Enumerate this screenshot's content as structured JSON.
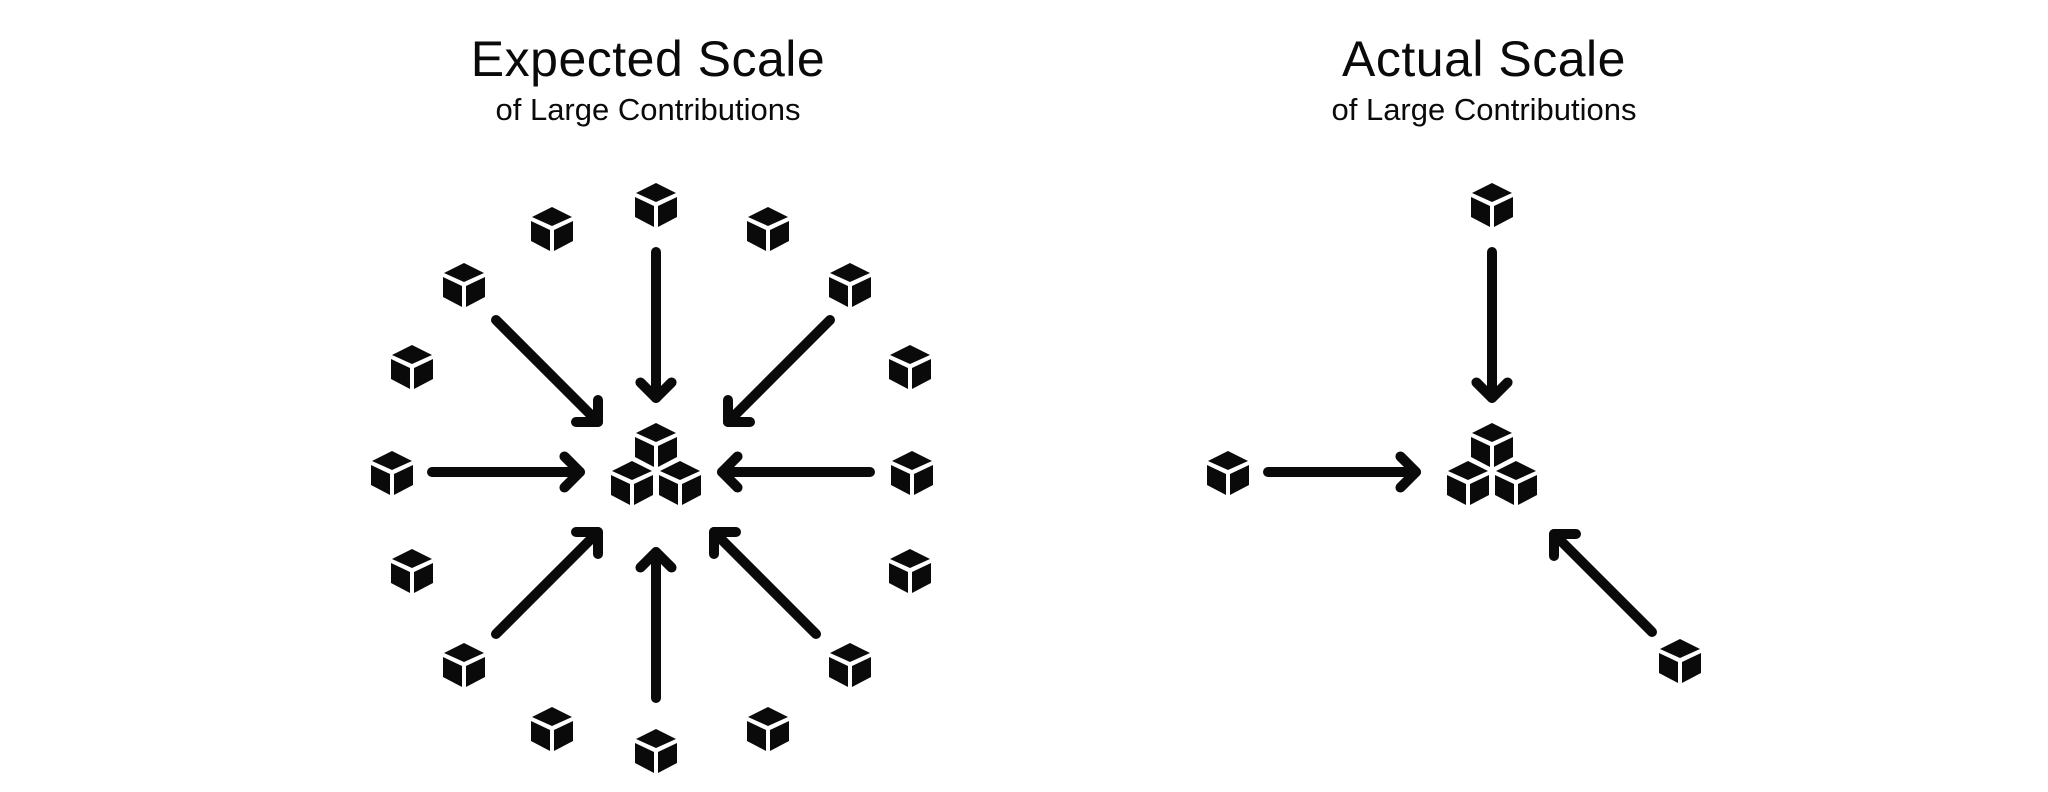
{
  "panels": [
    {
      "id": "expected",
      "title": "Expected Scale",
      "subtitle": "of Large Contributions"
    },
    {
      "id": "actual",
      "title": "Actual Scale",
      "subtitle": "of Large Contributions"
    }
  ],
  "colors": {
    "ink": "#0a0a0a",
    "background": "#ffffff"
  },
  "icons": {
    "contributor": "cube-icon",
    "collection": "cube-stack-icon",
    "flow": "arrow-icon"
  }
}
